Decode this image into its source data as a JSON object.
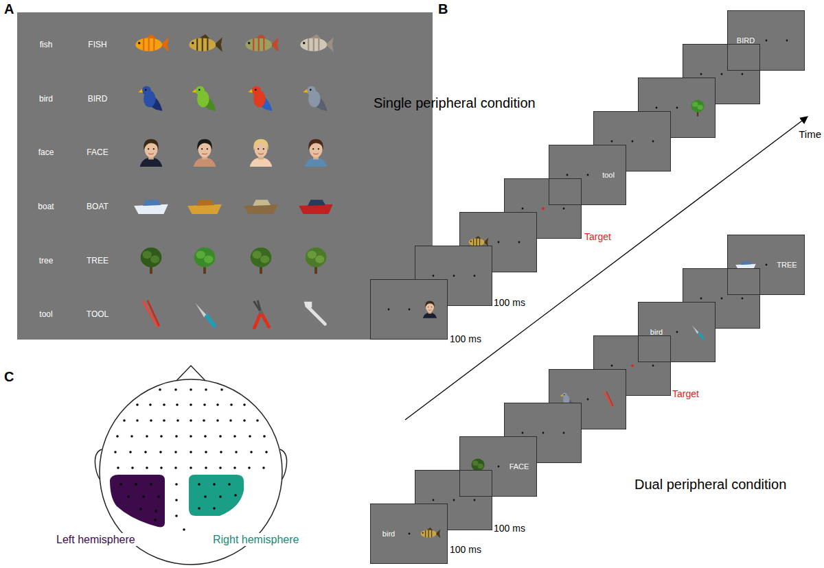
{
  "diagram": {
    "nodes": [
      {
        "text": [
          "fish",
          "FISH",
          "bird",
          "BIRD",
          "face",
          "FACE",
          "boat",
          "BOAT",
          "tree",
          "TREE",
          "tool",
          "TOOL"
        ]
      },
      {
        "text": [
          "tool"
        ]
      },
      {
        "text": [
          "BIRD"
        ]
      },
      {
        "text": [
          "bird"
        ]
      },
      {
        "text": [
          "FACE"
        ]
      },
      {
        "text": [
          "bird"
        ]
      },
      {
        "text": [
          "TREE"
        ]
      },
      {
        "text": [
          "Left hemisphere"
        ]
      },
      {
        "text": [
          "Right hemisphere"
        ]
      }
    ],
    "labels": [
      "A",
      "B",
      "Single peripheral condition",
      "Time",
      "Target",
      "100 ms",
      "100 ms",
      "Dual peripheral condition",
      "Target",
      "100 ms",
      "100 ms",
      "C"
    ]
  }
}
